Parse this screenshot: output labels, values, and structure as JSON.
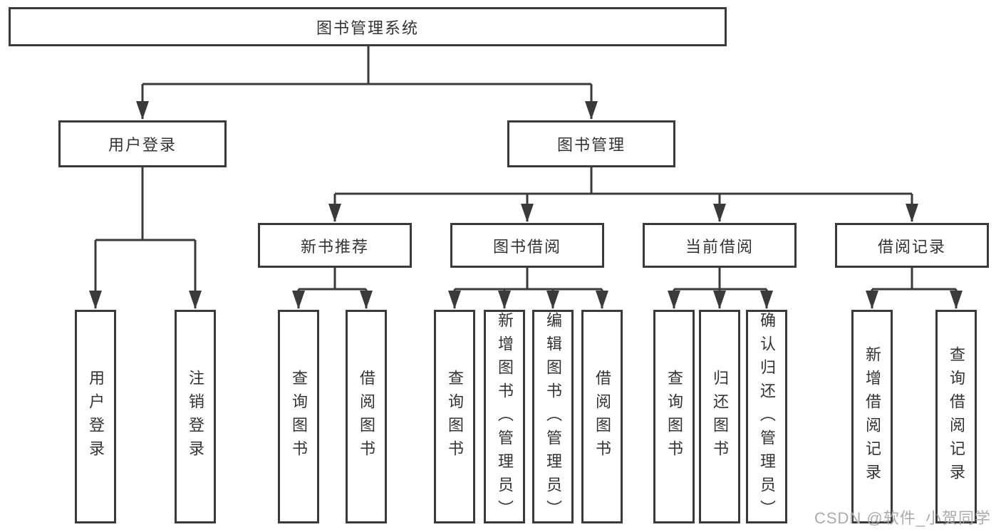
{
  "colors": {
    "line": "#3a3a3a",
    "text": "#333333",
    "watermark": "#ababab",
    "background": "#ffffff"
  },
  "watermark": {
    "text": "CSDN @软件_小贺同学"
  },
  "diagram": {
    "type": "tree",
    "root": {
      "label": "图书管理系统"
    },
    "branches": [
      {
        "label": "用户登录",
        "children": [
          {
            "label": "用户登录"
          },
          {
            "label": "注销登录"
          }
        ]
      },
      {
        "label": "图书管理",
        "children": [
          {
            "label": "新书推荐",
            "children": [
              {
                "label": "查询图书"
              },
              {
                "label": "借阅图书"
              }
            ]
          },
          {
            "label": "图书借阅",
            "children": [
              {
                "label": "查询图书"
              },
              {
                "label": "新增图书（管理员）"
              },
              {
                "label": "编辑图书（管理员）"
              },
              {
                "label": "借阅图书"
              }
            ]
          },
          {
            "label": "当前借阅",
            "children": [
              {
                "label": "查询图书"
              },
              {
                "label": "归还图书"
              },
              {
                "label": "确认归还（管理员）"
              }
            ]
          },
          {
            "label": "借阅记录",
            "children": [
              {
                "label": "新增借阅记录"
              },
              {
                "label": "查询借阅记录"
              }
            ]
          }
        ]
      }
    ]
  }
}
